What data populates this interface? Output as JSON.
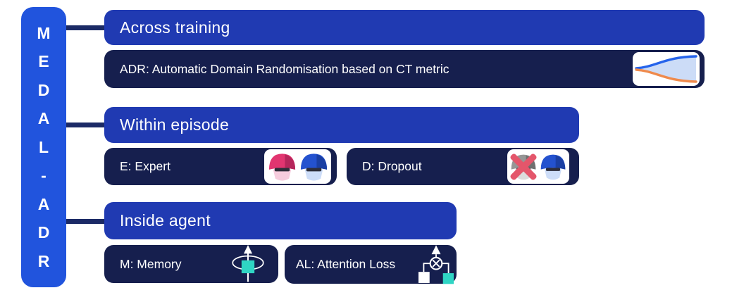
{
  "title": "MEDAL-ADR",
  "sidebar": {
    "acronym": "MEDAL-ADR",
    "letters": [
      "M",
      "E",
      "D",
      "A",
      "L",
      "-",
      "A",
      "D",
      "R"
    ]
  },
  "sections": [
    {
      "header": "Across training",
      "items": [
        {
          "label": "ADR: Automatic Domain Randomisation based on CT metric",
          "icon": "sigmoid-curves-chart-icon"
        }
      ]
    },
    {
      "header": "Within episode",
      "items": [
        {
          "label": "E: Expert",
          "icon": "expert-two-helmets-icon"
        },
        {
          "label": "D: Dropout",
          "icon": "dropout-crossed-helmet-icon"
        }
      ]
    },
    {
      "header": "Inside agent",
      "items": [
        {
          "label": "M: Memory",
          "icon": "memory-recurrent-loop-icon"
        },
        {
          "label": "AL: Attention Loss",
          "icon": "attention-loss-graph-icon"
        }
      ]
    }
  ],
  "colors": {
    "sidebar_blue": "#2154dd",
    "header_blue": "#203ab2",
    "panel_navy": "#161f4e",
    "connector_navy": "#1b2a66",
    "teal": "#2fd5c4",
    "chart_blue": "#2563eb",
    "chart_orange": "#ef8a4c",
    "chart_fill": "#ccdcf7",
    "helmet_pink": "#e23570",
    "helmet_blue": "#2452cf",
    "helmet_gray": "#969696",
    "cross_red": "#e4566b",
    "text_white": "#ffffff"
  }
}
